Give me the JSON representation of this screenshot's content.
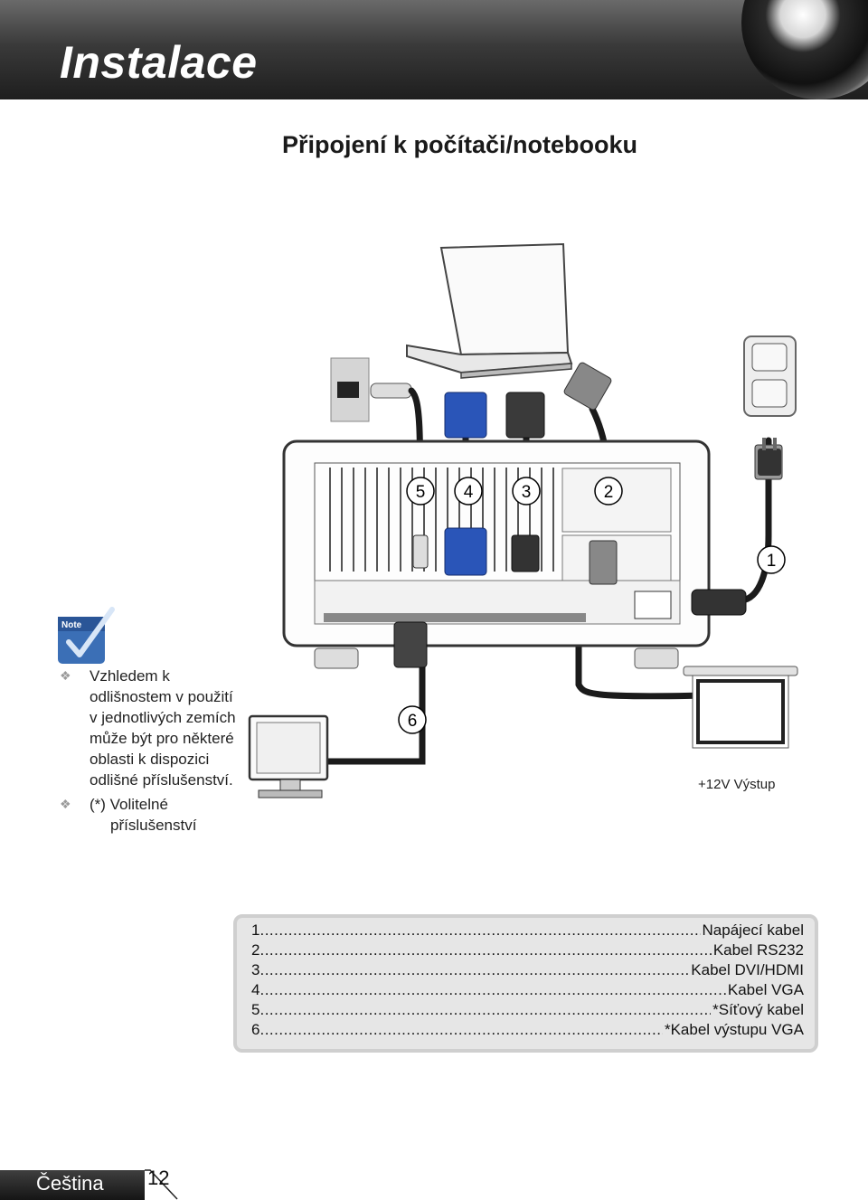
{
  "header": {
    "title": "Instalace"
  },
  "section": {
    "title": "Připojení k počítači/notebooku"
  },
  "diagram": {
    "callouts": [
      "5",
      "4",
      "3",
      "2",
      "1",
      "6"
    ],
    "voltage_label": "+12V Výstup"
  },
  "note": {
    "badge": "Note",
    "items": [
      "Vzhledem k odlišnostem v použití v jednotlivých zemích může být pro některé oblasti k dispozici odlišné příslušenství.",
      "(*) Volitelné příslušenství"
    ]
  },
  "legend": [
    {
      "num": "1",
      "label": "Napájecí kabel"
    },
    {
      "num": "2",
      "label": " Kabel RS232"
    },
    {
      "num": "3",
      "label": " Kabel DVI/HDMI"
    },
    {
      "num": "4",
      "label": "Kabel VGA"
    },
    {
      "num": "5",
      "label": " *Síťový kabel"
    },
    {
      "num": "6",
      "label": " *Kabel výstupu VGA"
    }
  ],
  "footer": {
    "language": "Čeština",
    "page": "12"
  }
}
